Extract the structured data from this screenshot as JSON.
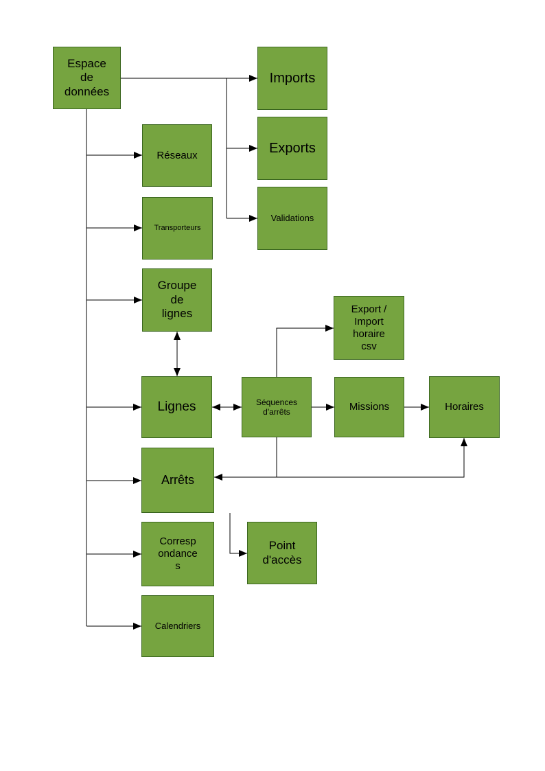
{
  "diagram": {
    "colors": {
      "node_fill": "#76A440",
      "node_border": "#3A661E",
      "connector": "#000000",
      "background": "#FFFFFF"
    },
    "nodes": {
      "espace_de_donnees": {
        "label": "Espace\nde\ndonnées"
      },
      "imports": {
        "label": "Imports"
      },
      "exports": {
        "label": "Exports"
      },
      "validations": {
        "label": "Validations"
      },
      "reseaux": {
        "label": "Réseaux"
      },
      "transporteurs": {
        "label": "Transporteurs"
      },
      "groupe_de_lignes": {
        "label": "Groupe\nde\nlignes"
      },
      "lignes": {
        "label": "Lignes"
      },
      "export_import_horaire_csv": {
        "label": "Export /\nImport\nhoraire\ncsv"
      },
      "sequences_darrets": {
        "label": "Séquences\nd'arrêts"
      },
      "missions": {
        "label": "Missions"
      },
      "horaires": {
        "label": "Horaires"
      },
      "arrets": {
        "label": "Arrêts"
      },
      "correspondances": {
        "label": "Corresp\nondance\ns"
      },
      "point_dacces": {
        "label": "Point\nd'accès"
      },
      "calendriers": {
        "label": "Calendriers"
      }
    },
    "edges": [
      {
        "from": "espace_de_donnees",
        "to": "imports",
        "type": "arrow"
      },
      {
        "from": "espace_de_donnees",
        "to": "exports",
        "type": "arrow"
      },
      {
        "from": "espace_de_donnees",
        "to": "validations",
        "type": "arrow"
      },
      {
        "from": "espace_de_donnees",
        "to": "reseaux",
        "type": "arrow"
      },
      {
        "from": "espace_de_donnees",
        "to": "transporteurs",
        "type": "arrow"
      },
      {
        "from": "espace_de_donnees",
        "to": "groupe_de_lignes",
        "type": "arrow"
      },
      {
        "from": "espace_de_donnees",
        "to": "lignes",
        "type": "arrow"
      },
      {
        "from": "espace_de_donnees",
        "to": "arrets",
        "type": "arrow"
      },
      {
        "from": "espace_de_donnees",
        "to": "correspondances",
        "type": "arrow"
      },
      {
        "from": "espace_de_donnees",
        "to": "calendriers",
        "type": "arrow"
      },
      {
        "from": "groupe_de_lignes",
        "to": "lignes",
        "type": "double-arrow"
      },
      {
        "from": "lignes",
        "to": "sequences_darrets",
        "type": "double-arrow"
      },
      {
        "from": "sequences_darrets",
        "to": "missions",
        "type": "arrow"
      },
      {
        "from": "missions",
        "to": "horaires",
        "type": "arrow"
      },
      {
        "from": "sequences_darrets",
        "to": "export_import_horaire_csv",
        "type": "arrow"
      },
      {
        "from": "sequences_darrets",
        "to": "arrets",
        "type": "arrow"
      },
      {
        "from": "sequences_darrets",
        "to": "horaires",
        "type": "arrow"
      },
      {
        "from": "arrets",
        "to": "point_dacces",
        "type": "arrow"
      }
    ]
  }
}
